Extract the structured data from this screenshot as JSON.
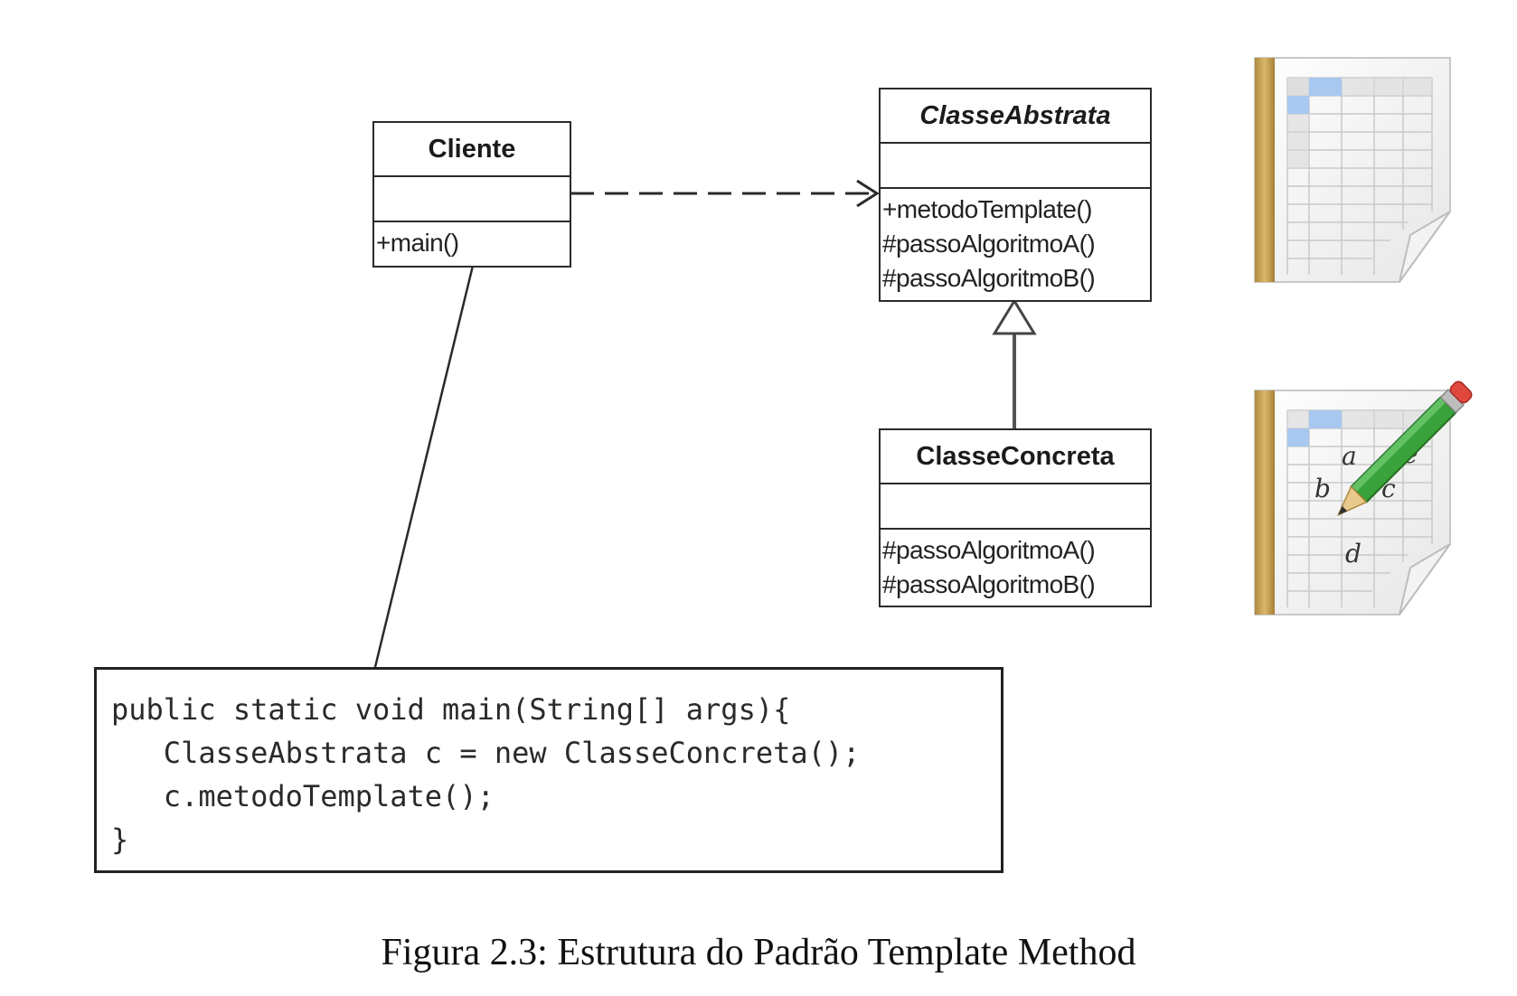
{
  "diagram": {
    "classes": {
      "cliente": {
        "name": "Cliente",
        "operations": [
          "+main()"
        ]
      },
      "abstrata": {
        "name": "ClasseAbstrata",
        "operations": [
          "+metodoTemplate()",
          "#passoAlgoritmoA()",
          "#passoAlgoritmoB()"
        ]
      },
      "concreta": {
        "name": "ClasseConcreta",
        "operations": [
          "#passoAlgoritmoA()",
          "#passoAlgoritmoB()"
        ]
      }
    },
    "relationships": [
      {
        "from": "Cliente",
        "to": "ClasseAbstrata",
        "type": "dependency"
      },
      {
        "from": "ClasseConcreta",
        "to": "ClasseAbstrata",
        "type": "generalization"
      },
      {
        "from": "Cliente",
        "to": "code-note",
        "type": "note-link"
      }
    ],
    "code": [
      "public static void main(String[] args){",
      "   ClasseAbstrata c = new ClasseConcreta();",
      "   c.metodoTemplate();",
      "}"
    ],
    "icons": {
      "blank_sheet": "spreadsheet-icon",
      "edit_sheet": "spreadsheet-edit-icon",
      "edit_sheet_letters": [
        "a",
        "e",
        "b",
        "c",
        "d"
      ]
    },
    "caption": "Figura 2.3: Estrutura do Padrão Template Method"
  }
}
